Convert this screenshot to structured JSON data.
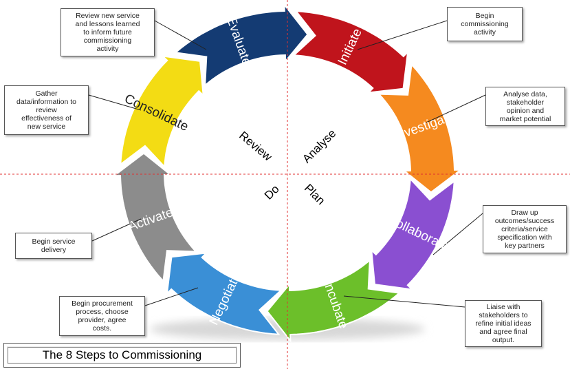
{
  "title": "The 8 Steps to Commissioning",
  "quadrants": {
    "review": "Review",
    "analyse": "Analyse",
    "do": "Do",
    "plan": "Plan"
  },
  "steps": [
    {
      "label": "Initiate",
      "color": "#c0141c",
      "note": "Begin\ncommissioning\nactivity"
    },
    {
      "label": "Investigate",
      "color": "#f58a1f",
      "note": "Analyse data,\nstakeholder\nopinion and\nmarket potential"
    },
    {
      "label": "Collaborate",
      "color": "#8a4fd1",
      "note": "Draw up\noutcomes/success\ncriteria/service\nspecification with\nkey partners"
    },
    {
      "label": "Incubate",
      "color": "#6cbf2a",
      "note": "Liaise with\nstakeholders to\nrefine initial ideas\nand agree final\noutput."
    },
    {
      "label": "Negotiate",
      "color": "#3a8fd6",
      "note": "Begin procurement\nprocess, choose\nprovider, agree\ncosts."
    },
    {
      "label": "Activate",
      "color": "#8c8c8c",
      "note": "Begin service\ndelivery"
    },
    {
      "label": "Consolidate",
      "color": "#f3dc14",
      "note": "Gather\ndata/information to\nreview\neffectiveness of\nnew service"
    },
    {
      "label": "Evaluate",
      "color": "#143b73",
      "note": "Review new service\nand lessons learned\nto inform future\ncommissioning\nactivity"
    }
  ],
  "colors": {
    "divider": "#e03030",
    "shadow": "#d8d8d8"
  }
}
